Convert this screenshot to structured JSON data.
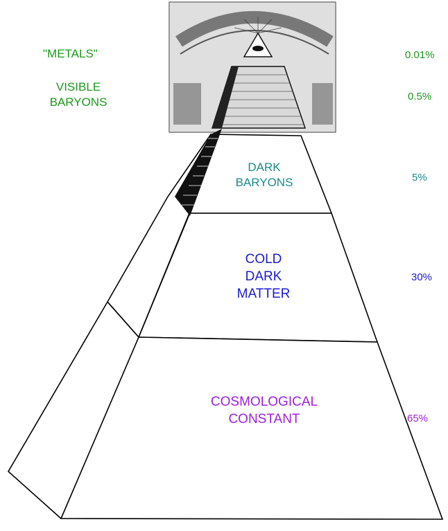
{
  "labels": {
    "metals": "\"METALS\"",
    "visible_1": "VISIBLE",
    "visible_2": "BARYONS",
    "dark_1": "DARK",
    "dark_2": "BARYONS",
    "cdm_1": "COLD",
    "cdm_2": "DARK",
    "cdm_3": "MATTER",
    "cc_1": "COSMOLOGICAL",
    "cc_2": "CONSTANT"
  },
  "percentages": {
    "metals": "0.01%",
    "visible_baryons": "0.5%",
    "dark_baryons": "5%",
    "cold_dark_matter": "30%",
    "cosmological_constant": "65%"
  },
  "colors": {
    "green": "#1a9a1a",
    "teal": "#1a8a8a",
    "blue": "#1a1ad0",
    "purple": "#a020e0",
    "line": "#000000"
  },
  "icons": {
    "capstone": "eye-of-providence-seal"
  }
}
